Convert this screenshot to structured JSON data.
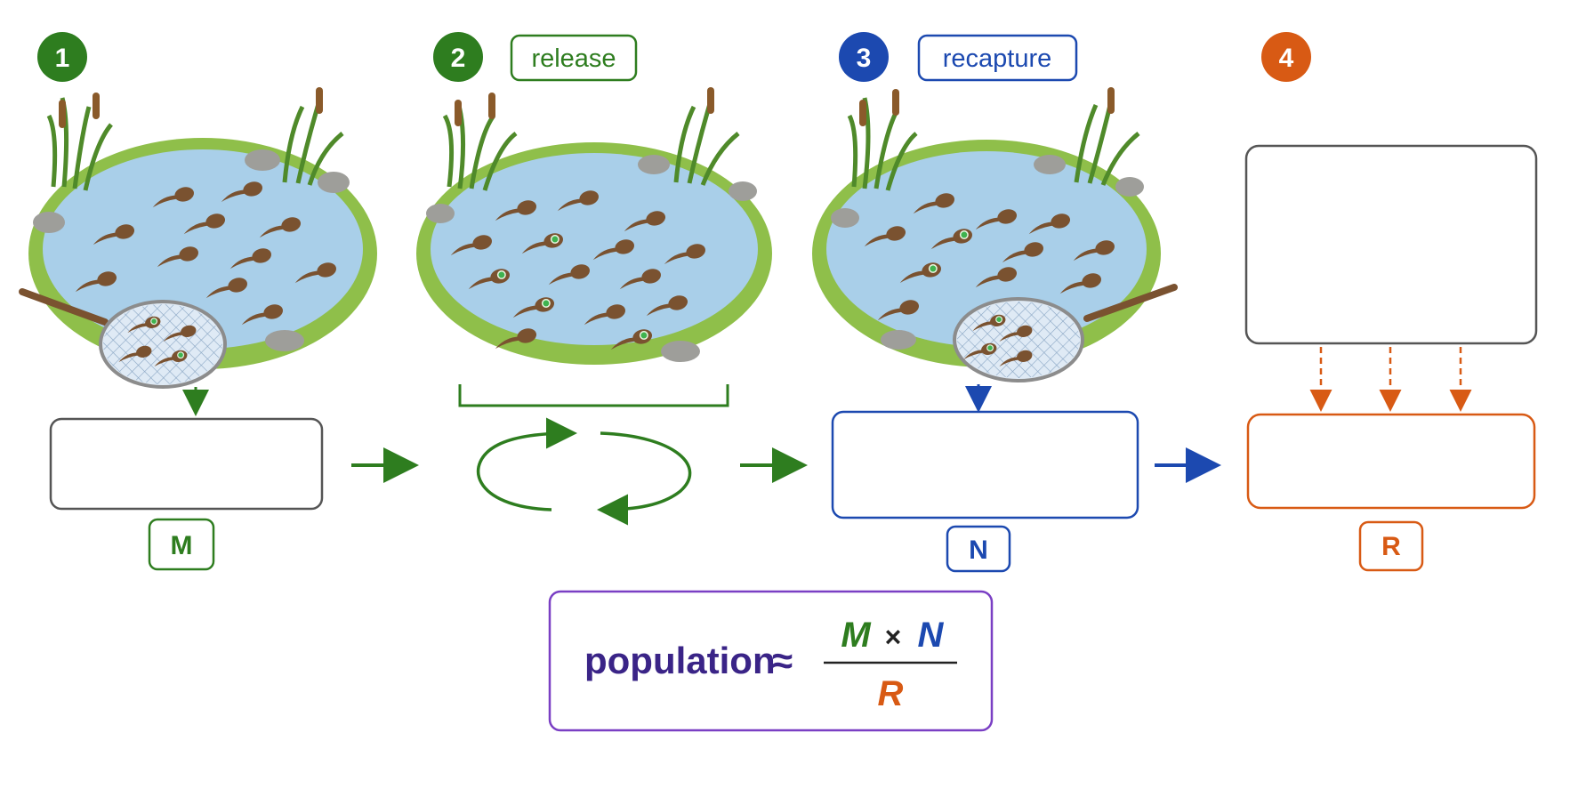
{
  "steps": [
    {
      "number": "1",
      "color": "#2e7d1f"
    },
    {
      "number": "2",
      "color": "#2e7d1f",
      "tag": "release"
    },
    {
      "number": "3",
      "color": "#1c49b0",
      "tag": "recapture"
    },
    {
      "number": "4",
      "color": "#d85a14"
    }
  ],
  "variables": {
    "m": "M",
    "n": "N",
    "r": "R"
  },
  "formula": {
    "lhs": "population",
    "approx": "≈",
    "numerator_left": "M",
    "times": "×",
    "numerator_right": "N",
    "denominator": "R"
  },
  "colors": {
    "green": "#2e7d1f",
    "blue": "#1c49b0",
    "orange": "#d85a14",
    "purple": "#7a3fc4",
    "formula_text": "#3a2487",
    "water": "#a9cfe9",
    "grass": "#8fbf4a",
    "tadpole": "#7a5230",
    "tag_eye": "#3fb34f"
  },
  "icons": [
    "net-icon",
    "tadpole-icon",
    "cycle-arrows-icon",
    "reed-icon",
    "rock-icon"
  ]
}
